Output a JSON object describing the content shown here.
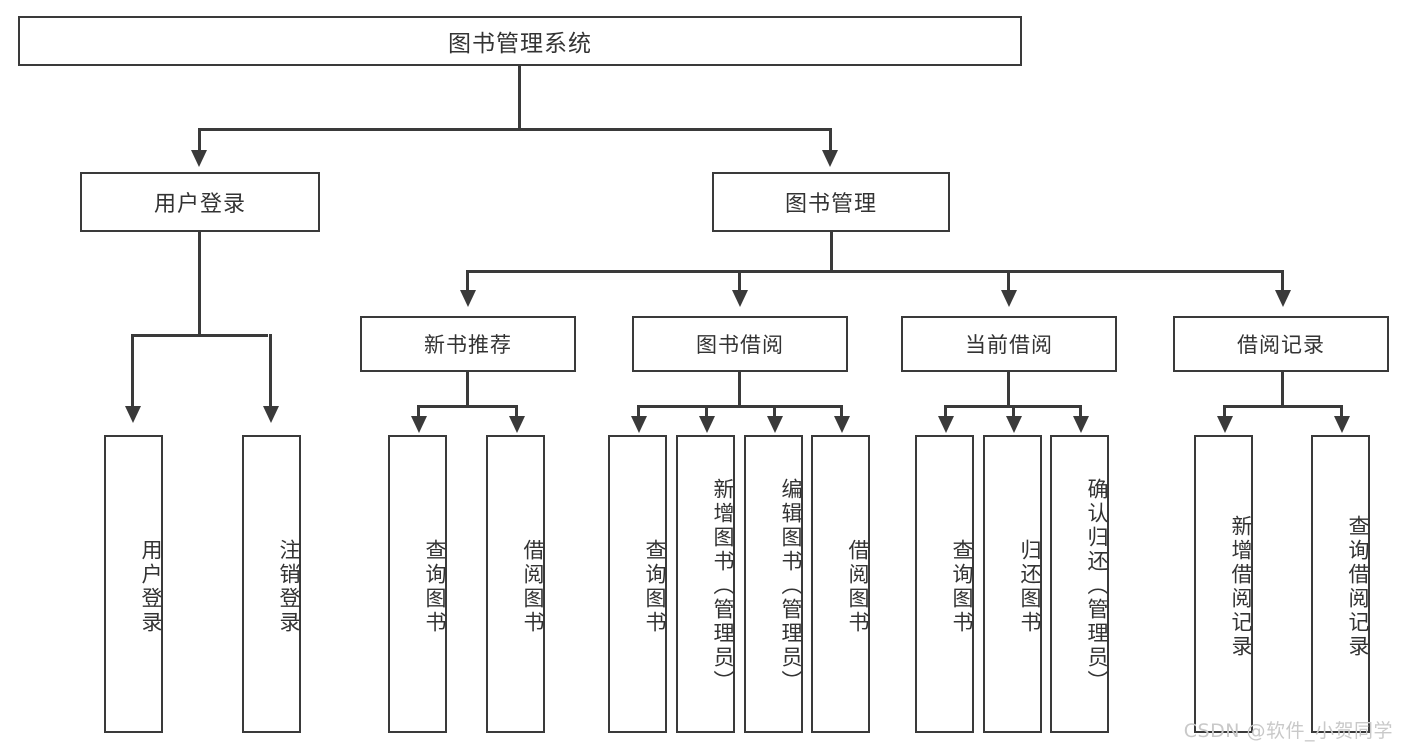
{
  "diagram": {
    "title": "图书管理系统",
    "type": "tree",
    "root": {
      "label": "图书管理系统"
    },
    "level1": [
      {
        "label": "用户登录"
      },
      {
        "label": "图书管理"
      }
    ],
    "level2": [
      {
        "label": "新书推荐"
      },
      {
        "label": "图书借阅"
      },
      {
        "label": "当前借阅"
      },
      {
        "label": "借阅记录"
      }
    ],
    "leaves": {
      "user_login": [
        {
          "label": "用户登录"
        },
        {
          "label": "注销登录"
        }
      ],
      "new_book_recommend": [
        {
          "label": "查询图书"
        },
        {
          "label": "借阅图书"
        }
      ],
      "book_borrow": [
        {
          "label": "查询图书"
        },
        {
          "label": "新增图书（管理员）"
        },
        {
          "label": "编辑图书（管理员）"
        },
        {
          "label": "借阅图书"
        }
      ],
      "current_borrow": [
        {
          "label": "查询图书"
        },
        {
          "label": "归还图书"
        },
        {
          "label": "确认归还（管理员）"
        }
      ],
      "borrow_record": [
        {
          "label": "新增借阅记录"
        },
        {
          "label": "查询借阅记录"
        }
      ]
    }
  },
  "watermark": {
    "text": "CSDN @软件_小贺同学"
  },
  "colors": {
    "border": "#3a3a3a",
    "text": "#333333",
    "background": "#ffffff",
    "watermark": "#c9c9c9"
  }
}
